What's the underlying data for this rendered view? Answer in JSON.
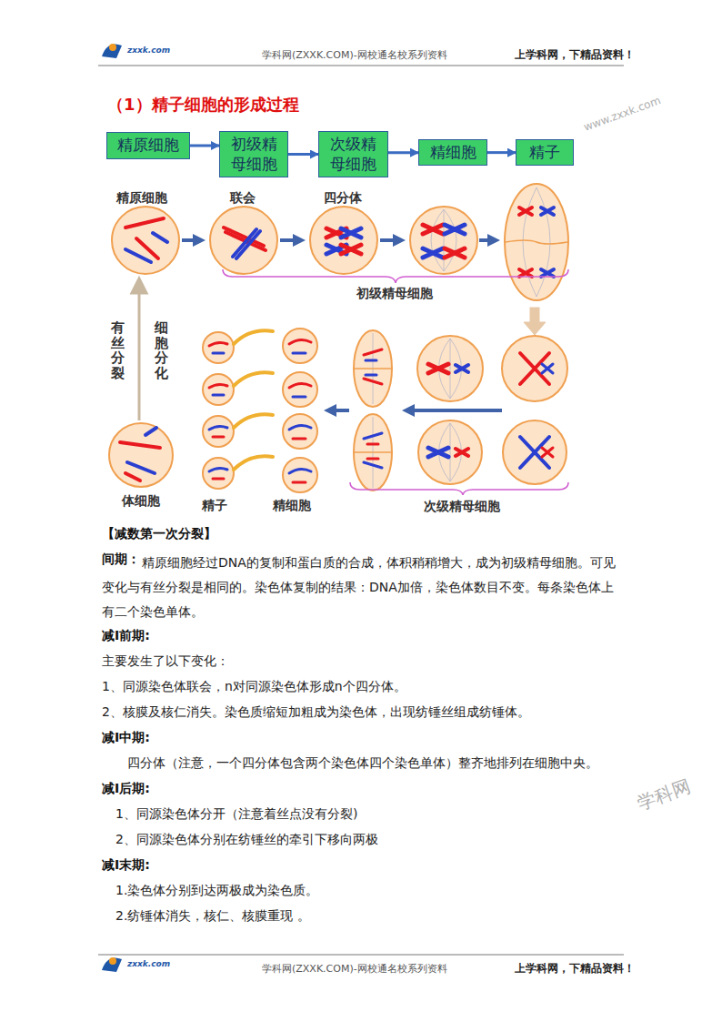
{
  "diagram": {
    "title": "（1）精子细胞的形成过程",
    "nodes": [
      {
        "text": [
          "精原细胞"
        ]
      },
      {
        "text": [
          "初级精母细胞"
        ]
      },
      {
        "text": [
          "次级精母细胞"
        ]
      },
      {
        "text": [
          "精细胞"
        ]
      },
      {
        "text": [
          "精子"
        ]
      }
    ],
    "edges": [
      {
        "from": 0,
        "to": 1,
        "arrow": "to"
      },
      {
        "from": 1,
        "to": 2,
        "arrow": "to"
      },
      {
        "from": 2,
        "to": 3,
        "arrow": "to"
      },
      {
        "from": 3,
        "to": 4,
        "arrow": "to"
      }
    ],
    "labels": [
      "zxxk.com",
      "学科网(ZXXK.COM)-网校通名校系列资料",
      "上学科网，下精品资料！",
      "精原细胞",
      "联会",
      "四分体",
      "初级精母细胞",
      "有丝分裂",
      "细胞分化",
      "体细胞",
      "精子",
      "精细胞",
      "次级精母细胞",
      "【减数第一次分裂】",
      "间期：",
      "精原细胞经过DNA的复制和蛋白质的合成，体积稍稍增大，成为初级精母细胞。可见变化与有丝分裂是相同的。染色体复制的结果：DNA加倍，染色体数目不变。每条染色体上有二个染色单体。",
      "减Ⅰ前期:",
      "主要发生了以下变化：",
      "1、同源染色体联会，n对同源染色体形成n个四分体。",
      "2、核膜及核仁消失。染色质缩短加粗成为染色体，出现纺锤丝组成纺锤体。",
      "减Ⅰ中期:",
      "四分体（注意，一个四分体包含两个染色体四个染色单体）整齐地排列在细胞中央。",
      "减Ⅰ后期:",
      "1、同源染色体分开（注意着丝点没有分裂)",
      "2、同源染色体分别在纺锤丝的牵引下移向两极",
      "减Ⅰ末期:",
      "1.染色体分别到达两极成为染色质。",
      "2.纺锤体消失，核仁、核膜重现 。",
      "zxxk.com",
      "学科网(ZXXK.COM)-网校通名校系列资料",
      "上学科网，下精品资料！",
      "www.zxxk.com",
      "学科网"
    ]
  }
}
